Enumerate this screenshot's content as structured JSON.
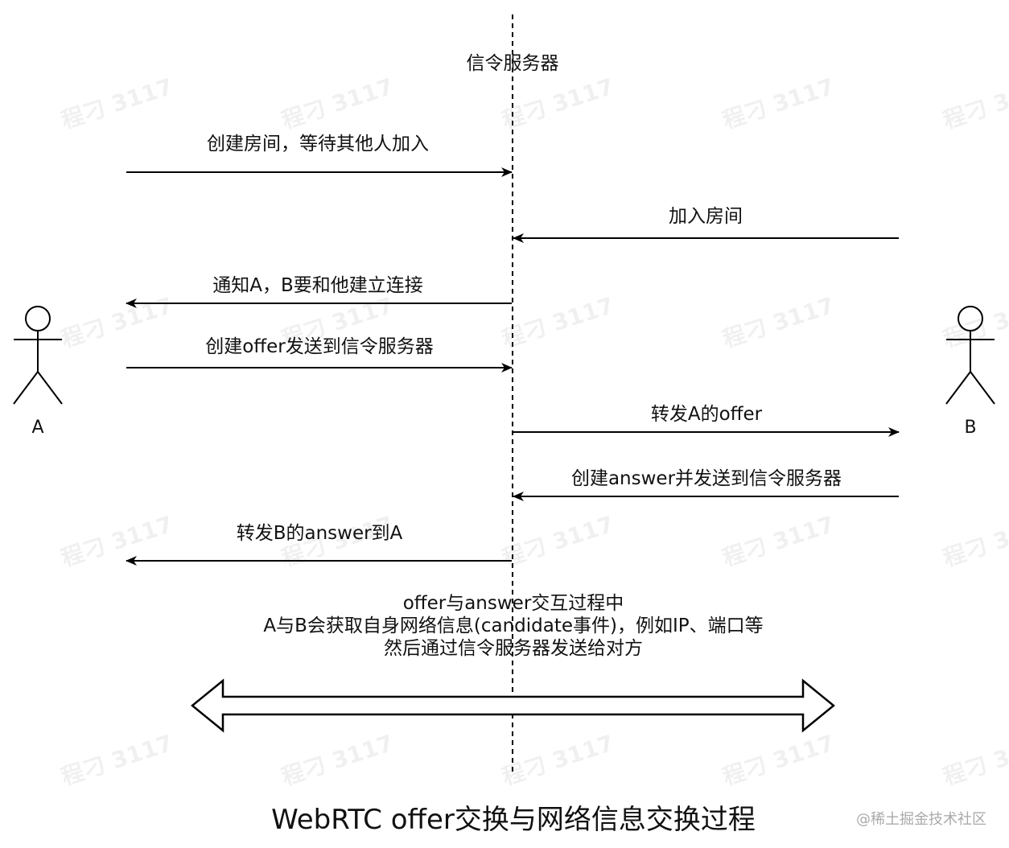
{
  "server_label": "信令服务器",
  "actors": {
    "a": {
      "label": "A"
    },
    "b": {
      "label": "B"
    }
  },
  "messages": [
    {
      "label": "创建房间，等待其他人加入",
      "direction": "A-to-server"
    },
    {
      "label": "加入房间",
      "direction": "B-to-server"
    },
    {
      "label": "通知A，B要和他建立连接",
      "direction": "server-to-A"
    },
    {
      "label": "创建offer发送到信令服务器",
      "direction": "A-to-server"
    },
    {
      "label": "转发A的offer",
      "direction": "server-to-B"
    },
    {
      "label": "创建answer并发送到信令服务器",
      "direction": "B-to-server"
    },
    {
      "label": "转发B的answer到A",
      "direction": "server-to-A"
    }
  ],
  "exchange_note": {
    "lines": [
      "offer与answer交互过程中",
      "A与B会获取自身网络信息(candidate事件)，例如IP、端口等",
      "然后通过信令服务器发送给对方"
    ],
    "arrow": "double-headed"
  },
  "title": "WebRTC offer交换与网络信息交换过程",
  "watermark": "程刁 3117",
  "credit": "@稀土掘金技术社区"
}
